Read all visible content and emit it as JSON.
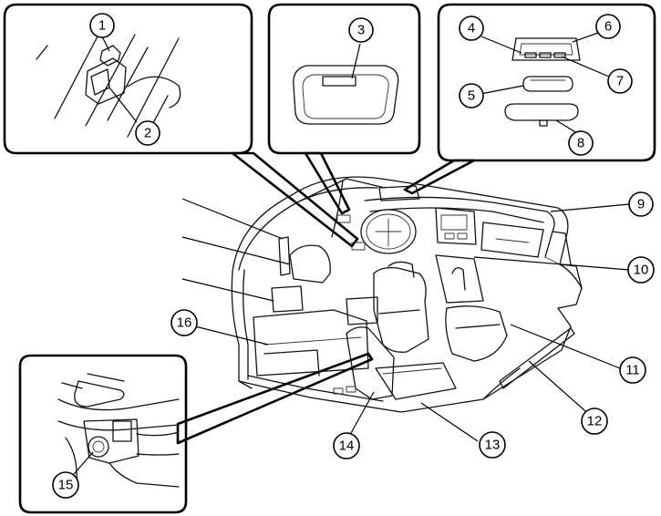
{
  "callouts": [
    {
      "label": "1"
    },
    {
      "label": "2"
    },
    {
      "label": "3"
    },
    {
      "label": "4"
    },
    {
      "label": "5"
    },
    {
      "label": "6"
    },
    {
      "label": "7"
    },
    {
      "label": "8"
    },
    {
      "label": "9"
    },
    {
      "label": "10"
    },
    {
      "label": "11"
    },
    {
      "label": "12"
    },
    {
      "label": "13"
    },
    {
      "label": "14"
    },
    {
      "label": "15"
    },
    {
      "label": "16"
    }
  ],
  "colors": {
    "line": "#000000",
    "background": "#ffffff"
  }
}
